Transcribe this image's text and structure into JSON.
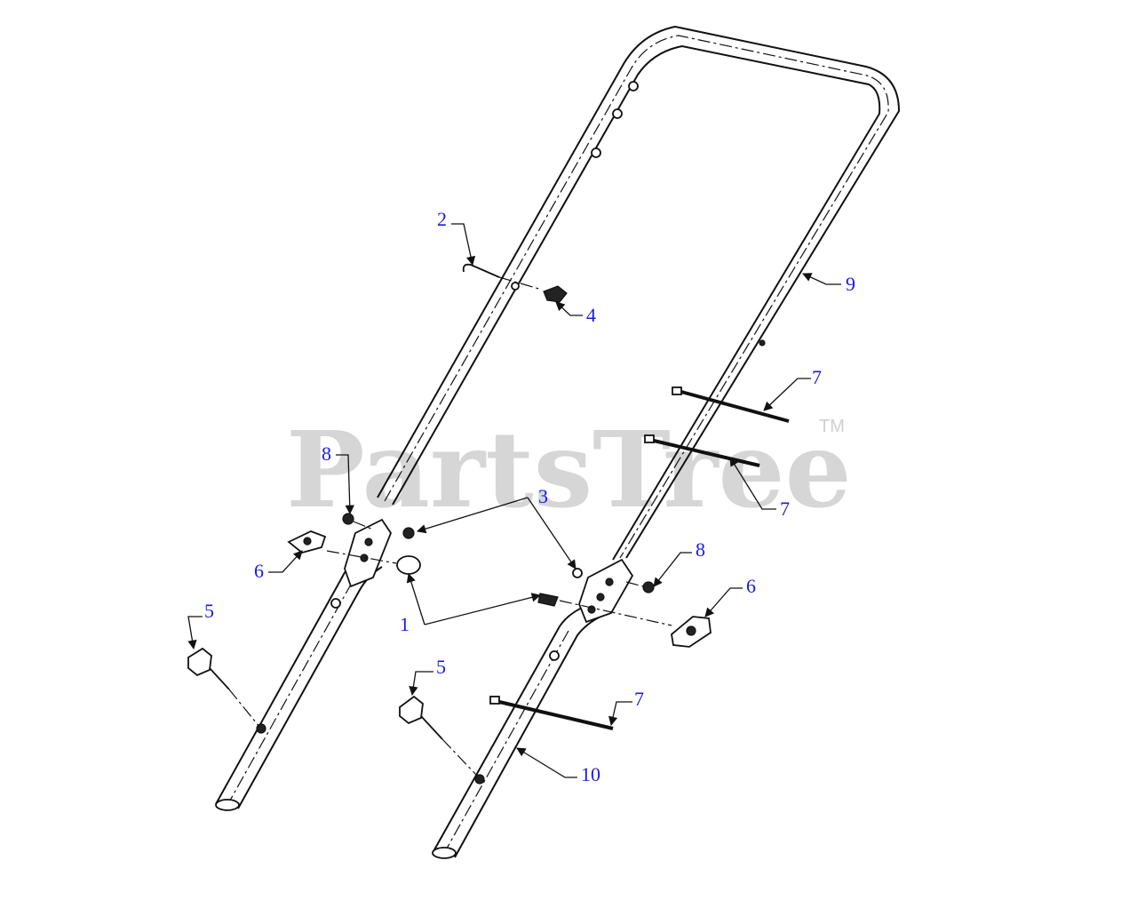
{
  "watermark": {
    "brand": "PartsTree",
    "trademark": "TM"
  },
  "colors": {
    "callout": "#1a1ae6",
    "watermark": "#d6d6d6",
    "line": "#111111"
  },
  "callouts": [
    {
      "id": "c2",
      "label": "2"
    },
    {
      "id": "c4",
      "label": "4"
    },
    {
      "id": "c9",
      "label": "9"
    },
    {
      "id": "c7a",
      "label": "7"
    },
    {
      "id": "c7b",
      "label": "7"
    },
    {
      "id": "c8a",
      "label": "8"
    },
    {
      "id": "c3",
      "label": "3"
    },
    {
      "id": "c6a",
      "label": "6"
    },
    {
      "id": "c1",
      "label": "1"
    },
    {
      "id": "c8b",
      "label": "8"
    },
    {
      "id": "c6b",
      "label": "6"
    },
    {
      "id": "c5a",
      "label": "5"
    },
    {
      "id": "c5b",
      "label": "5"
    },
    {
      "id": "c7c",
      "label": "7"
    },
    {
      "id": "c10",
      "label": "10"
    }
  ]
}
